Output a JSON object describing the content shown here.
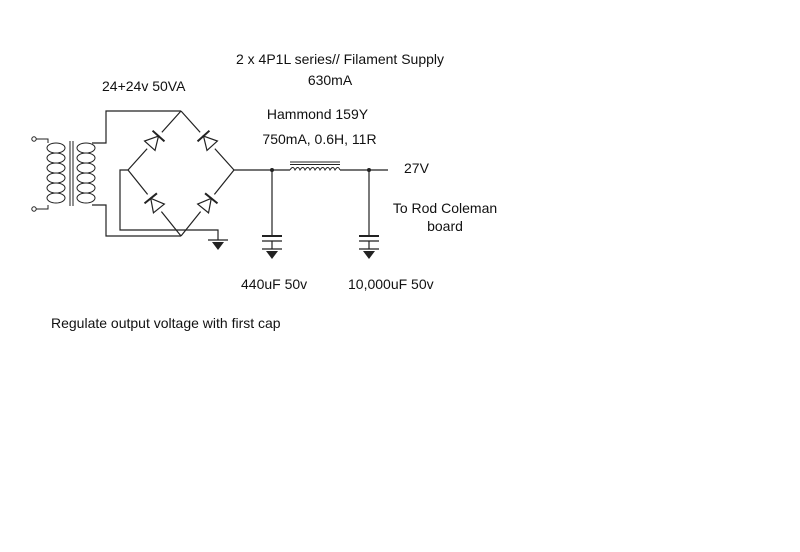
{
  "title": {
    "line1": "2 x 4P1L series// Filament Supply",
    "line2": "630mA"
  },
  "transformer": {
    "label": "24+24v 50VA"
  },
  "choke": {
    "name": "Hammond 159Y",
    "spec": "750mA, 0.6H, 11R"
  },
  "output": {
    "voltage": "27V",
    "dest_line1": "To Rod Coleman",
    "dest_line2": "board"
  },
  "capacitors": {
    "c1": "440uF 50v",
    "c2": "10,000uF 50v"
  },
  "note": "Regulate output voltage with first cap",
  "colors": {
    "ink": "#222222",
    "background": "#ffffff"
  }
}
